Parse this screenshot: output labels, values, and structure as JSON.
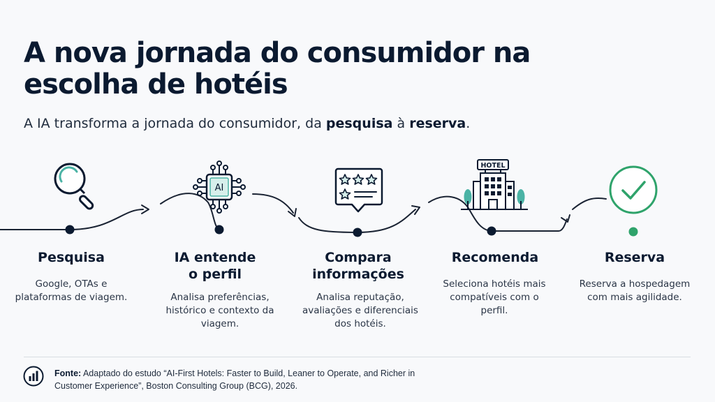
{
  "header": {
    "title": "A nova jornada do consumidor na escolha de hotéis",
    "subtitle": {
      "lead": "A IA transforma a jornada do consumidor, da ",
      "bold1": "pesquisa",
      "mid": " à ",
      "bold2": "reserva",
      "end": "."
    }
  },
  "steps": [
    {
      "title_line1": "Pesquisa",
      "title_line2": "",
      "description": "Google, OTAs e plataformas de viagem.",
      "icon": "magnifier-icon"
    },
    {
      "title_line1": "IA entende",
      "title_line2": "o perfil",
      "description": "Analisa preferências, histórico e contexto da viagem.",
      "icon": "ai-chip-icon",
      "icon_text": "AI"
    },
    {
      "title_line1": "Compara",
      "title_line2": "informações",
      "description": "Analisa reputação, avaliações e diferenciais dos hotéis.",
      "icon": "star-review-icon"
    },
    {
      "title_line1": "Recomenda",
      "title_line2": "",
      "description": "Seleciona hotéis mais compatíveis com o perfil.",
      "icon": "hotel-building-icon",
      "icon_text": "HOTEL"
    },
    {
      "title_line1": "Reserva",
      "title_line2": "",
      "description": "Reserva a hospedagem com mais agilidade.",
      "icon": "checkmark-circle-icon"
    }
  ],
  "source": {
    "label": "Fonte:",
    "text": " Adaptado do estudo “AI-First Hotels: Faster to Build, Leaner to Operate, and Richer in Customer Experience”, Boston Consulting Group (BCG), 2026.",
    "icon": "bar-chart-icon"
  },
  "colors": {
    "navy": "#0b1a30",
    "teal": "#4bb3a5",
    "green": "#2fa36b",
    "line": "#1a2333"
  }
}
